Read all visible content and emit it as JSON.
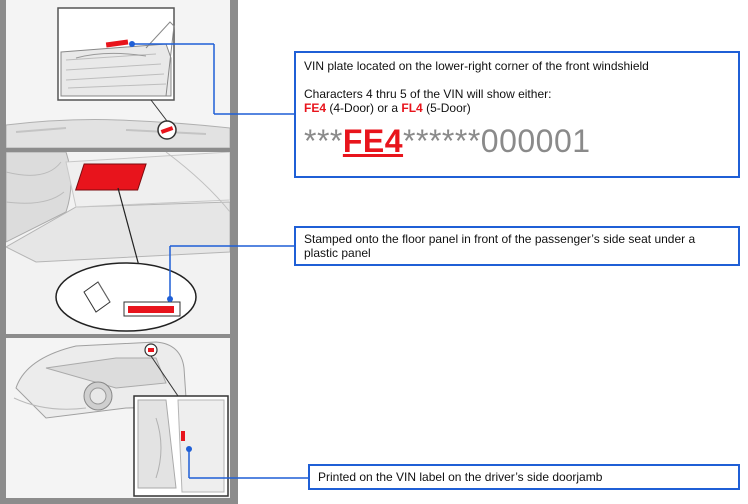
{
  "callout_top": {
    "location_text": "VIN plate located on the lower-right corner of the front windshield",
    "chars_text": "Characters 4 thru 5 of the VIN will show either:",
    "code_a": "FE4",
    "code_a_desc": "(4-Door) or a",
    "code_b": "FL4",
    "code_b_desc": "(5-Door)",
    "vin_prefix": "***",
    "vin_highlight": "FE4",
    "vin_suffix": "******000001"
  },
  "callout_middle": {
    "text": "Stamped onto the floor panel in front of the passenger’s side seat under a plastic panel"
  },
  "callout_bottom": {
    "text": "Printed on the VIN label on the driver’s side doorjamb"
  },
  "colors": {
    "accent_blue": "#1f5fd6",
    "vin_red": "#e8141c",
    "vin_gray": "#8a8a8a"
  }
}
